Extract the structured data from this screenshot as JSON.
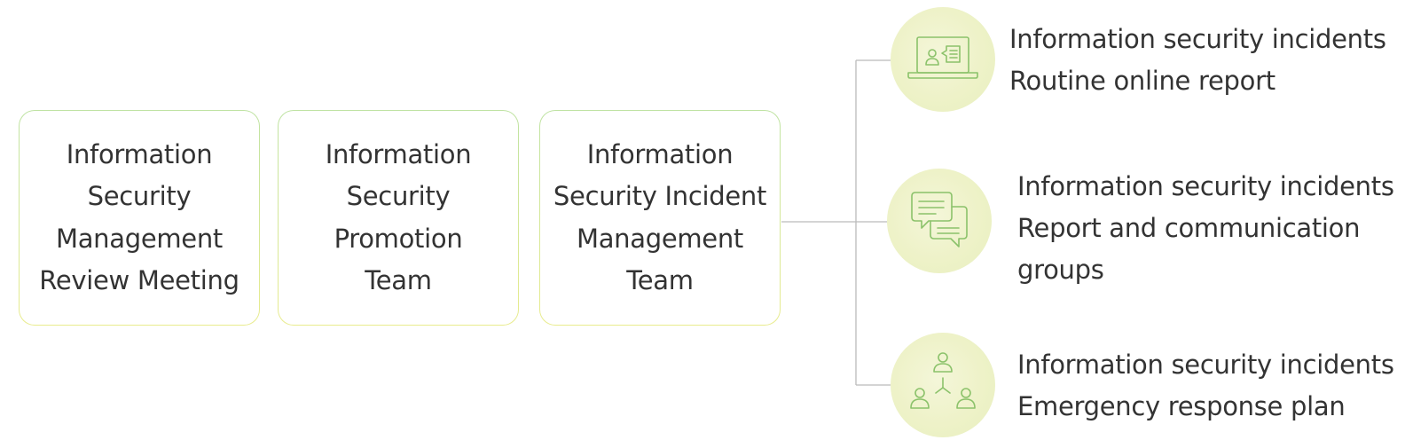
{
  "colors": {
    "box_border_top": "#bfe3a3",
    "box_border_bottom": "#e9ec8e",
    "circle_fill": "#eef2c8",
    "icon_stroke": "#8bc26a",
    "connector": "#bbbbbb",
    "text": "#333333"
  },
  "boxes": [
    {
      "label": "Information\nSecurity\nManagement\nReview Meeting"
    },
    {
      "label": "Information\nSecurity Promotion\nTeam"
    },
    {
      "label": "Information\nSecurity Incident\nManagement Team"
    }
  ],
  "items": [
    {
      "icon": "laptop-report-icon",
      "line1": "Information security incidents",
      "line2": "Routine online report",
      "line3": ""
    },
    {
      "icon": "chat-bubbles-icon",
      "line1": "Information security incidents",
      "line2": "Report and communication",
      "line3": "groups"
    },
    {
      "icon": "team-network-icon",
      "line1": "Information security incidents",
      "line2": "Emergency response plan",
      "line3": ""
    }
  ]
}
